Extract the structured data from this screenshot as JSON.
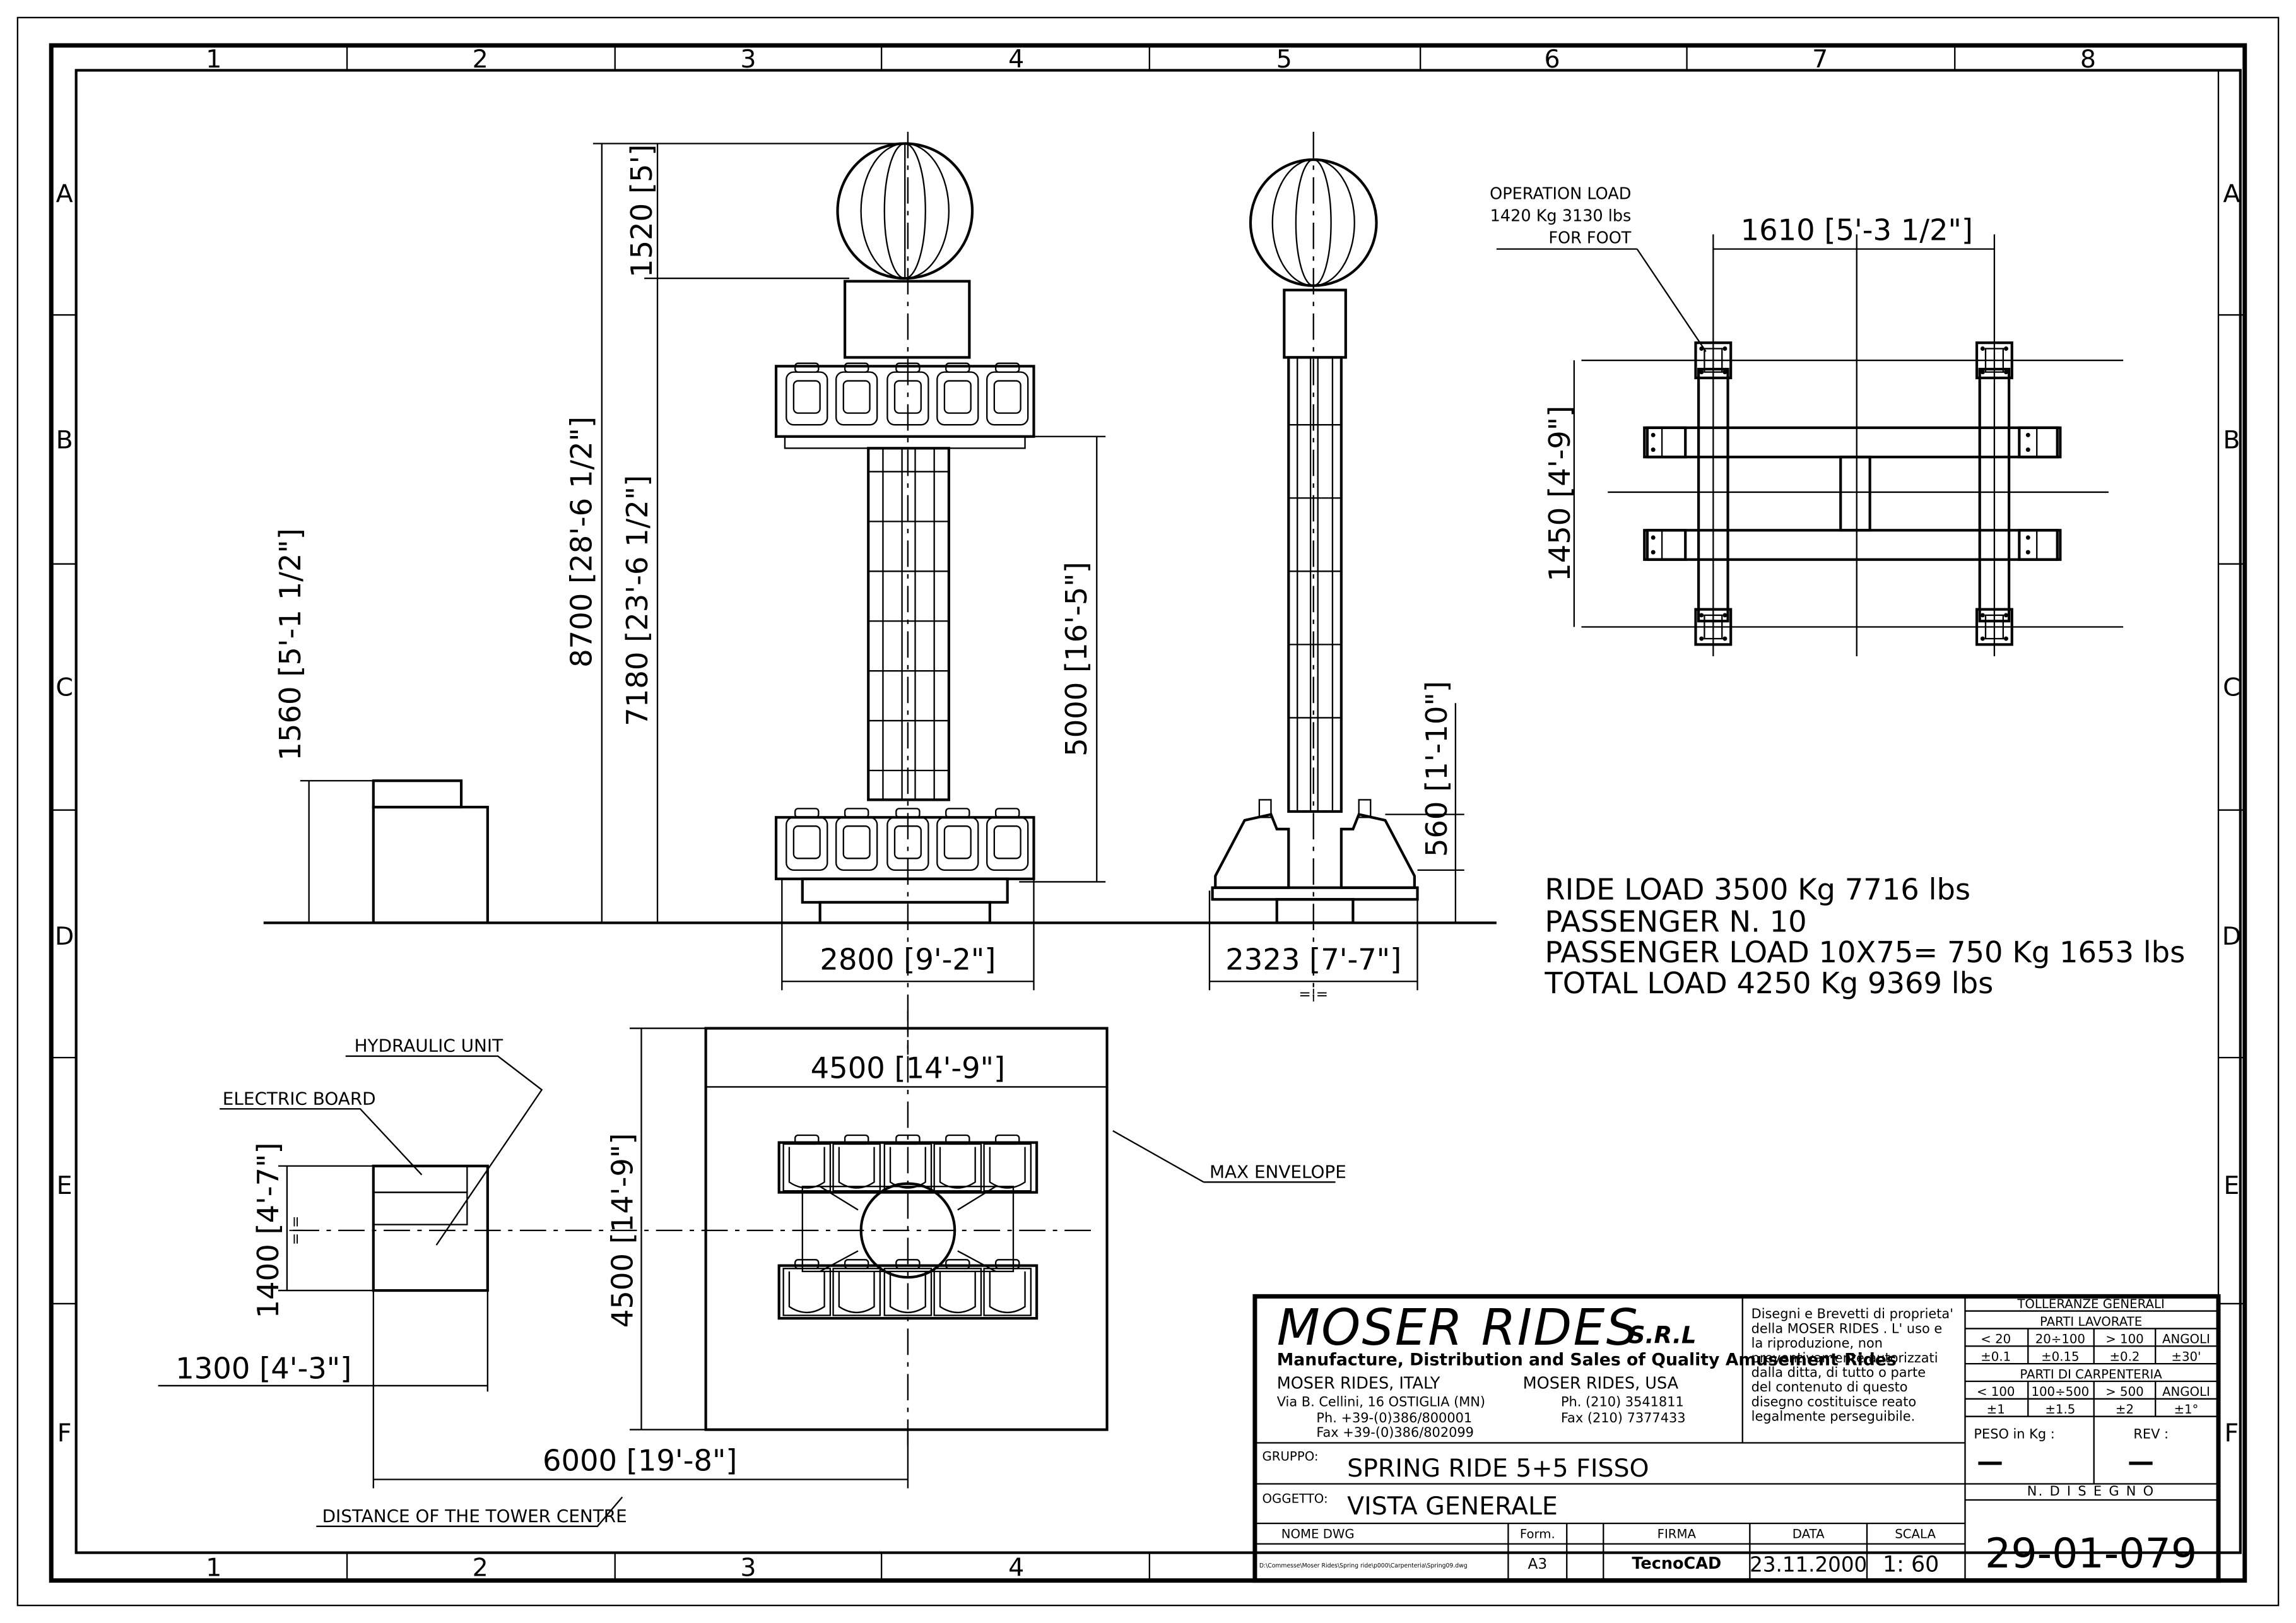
{
  "border": {
    "columns": [
      "1",
      "2",
      "3",
      "4",
      "5",
      "6",
      "7",
      "8"
    ],
    "rows": [
      "A",
      "B",
      "C",
      "D",
      "E",
      "F"
    ]
  },
  "dimensions": {
    "top_ball": "1520 [5']",
    "total_height": "8700 [28'-6 1/2\"]",
    "column_height": "7180 [23'-6 1/2\"]",
    "upper_seats_height": "5000 [16'-5\"]",
    "base_width_front": "2800 [9'-2\"]",
    "cabin_height": "1560 [5'-1 1/2\"]",
    "base_width_side": "2323 [7'-7\"]",
    "equal_mark": "=¦=",
    "side_foot_height": "560 [1'-10\"]",
    "foot_width": "1610 [5'-3 1/2\"]",
    "foot_depth": "1450 [4'-9\"]",
    "envelope_width": "4500 [14'-9\"]",
    "envelope_depth": "4500 [14'-9\"]",
    "unit_depth": "1400 [4'-7\"]",
    "unit_equal": "=|=",
    "unit_width": "1300 [4'-3\"]",
    "tower_distance": "6000 [19'-8\"]"
  },
  "callouts": {
    "operation_load_1": "OPERATION LOAD",
    "operation_load_2": "1420 Kg  3130 lbs",
    "operation_load_3": "FOR FOOT",
    "hydraulic_unit": "HYDRAULIC UNIT",
    "electric_board": "ELECTRIC BOARD",
    "max_envelope": "MAX ENVELOPE",
    "tower_centre": "DISTANCE OF THE TOWER CENTRE"
  },
  "loads": {
    "ride_load": "RIDE LOAD  3500 Kg  7716 lbs",
    "passenger": "PASSENGER N. 10",
    "passenger_load": "PASSENGER LOAD 10X75= 750 Kg 1653 lbs",
    "total_load": "TOTAL LOAD 4250 Kg  9369 lbs"
  },
  "title_block": {
    "company": "MOSER  RIDES",
    "company_suffix": "S.R.L",
    "tagline": "Manufacture, Distribution and Sales of Quality Amusement Rides",
    "italy": {
      "name": "MOSER RIDES, ITALY",
      "addr": "Via B. Cellini, 16 OSTIGLIA (MN)",
      "ph": "Ph. +39-(0)386/800001",
      "fax": "Fax +39-(0)386/802099"
    },
    "usa": {
      "name": "MOSER RIDES, USA",
      "ph": "Ph. (210) 3541811",
      "fax": "Fax (210) 7377433"
    },
    "copyright": [
      "Disegni e Brevetti di proprieta'",
      "della MOSER RIDES . L' uso e",
      "la riproduzione, non",
      "preventivamente autorizzati",
      "dalla ditta, di tutto o parte",
      "del contenuto di questo",
      "disegno costituisce reato",
      "legalmente perseguibile."
    ],
    "tolerance": {
      "header": "TOLLERANZE GENERALI",
      "lavorate_header": "PARTI LAVORATE",
      "lavorate_labels": [
        "< 20",
        "20÷100",
        "> 100",
        "ANGOLI"
      ],
      "lavorate_values": [
        "±0.1",
        "±0.15",
        "±0.2",
        "±30'"
      ],
      "carpenteria_header": "PARTI DI CARPENTERIA",
      "carpenteria_labels": [
        "< 100",
        "100÷500",
        "> 500",
        "ANGOLI"
      ],
      "carpenteria_values": [
        "±1",
        "±1.5",
        "±2",
        "±1°"
      ]
    },
    "peso_label": "PESO in Kg :",
    "peso_value": "—",
    "rev_label": "REV :",
    "rev_value": "—",
    "gruppo_label": "GRUPPO:",
    "gruppo_value": "SPRING RIDE 5+5 FISSO",
    "oggetto_label": "OGGETTO:",
    "oggetto_value": "VISTA GENERALE",
    "n_disegno_label": "N.  D I S E G N O",
    "n_disegno_value": "29-01-079",
    "nome_dwg_label": "NOME DWG",
    "nome_dwg_value": "D:\\Commesse\\Moser Rides\\Spring ride\\p000\\Carpenteria\\Spring09.dwg",
    "form_label": "Form.",
    "form_value": "A3",
    "firma_label": "FIRMA",
    "firma_value": "TecnoCAD",
    "data_label": "DATA",
    "data_value": "23.11.2000",
    "scala_label": "SCALA",
    "scala_value": "1: 60"
  }
}
